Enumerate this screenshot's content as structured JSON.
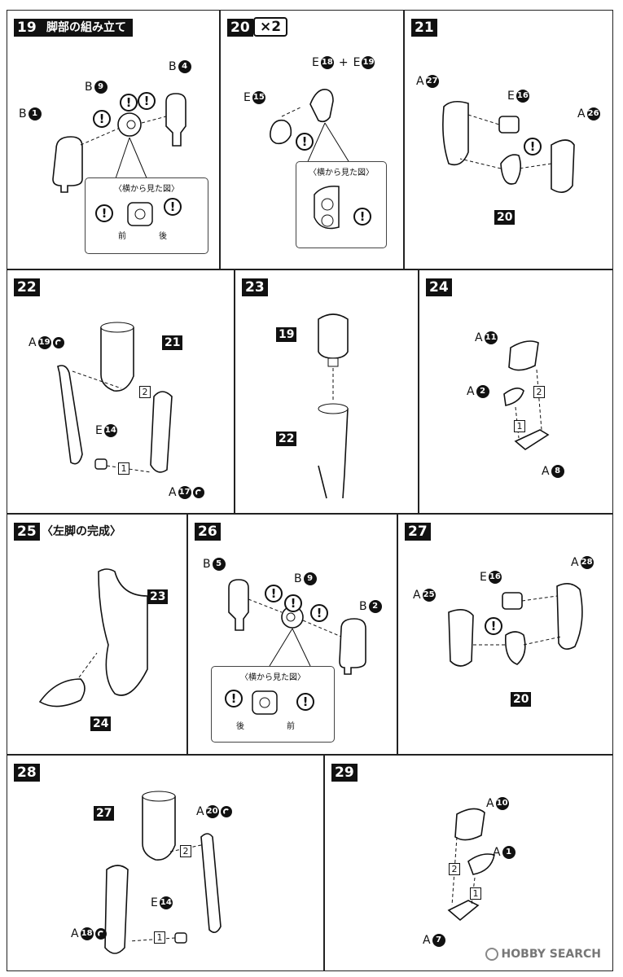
{
  "steps": [
    {
      "num": "19",
      "title": "脚部の組み立て"
    },
    {
      "num": "20",
      "mult": "×2"
    },
    {
      "num": "21"
    },
    {
      "num": "22"
    },
    {
      "num": "23"
    },
    {
      "num": "24"
    },
    {
      "num": "25",
      "title": "〈左脚の完成〉"
    },
    {
      "num": "26"
    },
    {
      "num": "27"
    },
    {
      "num": "28"
    },
    {
      "num": "29"
    }
  ],
  "labels": {
    "p19_b1": "B",
    "p19_b1n": "1",
    "p19_b9": "B",
    "p19_b9n": "9",
    "p19_b4": "B",
    "p19_b4n": "4",
    "p20_e15": "E",
    "p20_e15n": "15",
    "p20_e18": "E",
    "p20_e18n": "18",
    "p20_plus": "+",
    "p20_e19": "E",
    "p20_e19n": "19",
    "p21_a27": "A",
    "p21_a27n": "27",
    "p21_e16": "E",
    "p21_e16n": "16",
    "p21_a26": "A",
    "p21_a26n": "26",
    "p21_ref": "20",
    "p22_a19": "A",
    "p22_a19n": "19",
    "p22_ref": "21",
    "p22_e14": "E",
    "p22_e14n": "14",
    "p22_a17": "A",
    "p22_a17n": "17",
    "p22_s1": "1",
    "p22_s2": "2",
    "p23_ref19": "19",
    "p23_ref22": "22",
    "p24_a11": "A",
    "p24_a11n": "11",
    "p24_a2": "A",
    "p24_a2n": "2",
    "p24_a8": "A",
    "p24_a8n": "8",
    "p24_s1": "1",
    "p24_s2": "2",
    "p25_ref23": "23",
    "p25_ref24": "24",
    "p26_b5": "B",
    "p26_b5n": "5",
    "p26_b9": "B",
    "p26_b9n": "9",
    "p26_b2": "B",
    "p26_b2n": "2",
    "p27_a28": "A",
    "p27_a28n": "28",
    "p27_e16": "E",
    "p27_e16n": "16",
    "p27_a25": "A",
    "p27_a25n": "25",
    "p27_ref": "20",
    "p28_ref": "27",
    "p28_a20": "A",
    "p28_a20n": "20",
    "p28_e14": "E",
    "p28_e14n": "14",
    "p28_a18": "A",
    "p28_a18n": "18",
    "p28_s1": "1",
    "p28_s2": "2",
    "p29_a10": "A",
    "p29_a10n": "10",
    "p29_a1": "A",
    "p29_a1n": "1",
    "p29_a7": "A",
    "p29_a7n": "7",
    "p29_s1": "1",
    "p29_s2": "2"
  },
  "insets": {
    "side_view": "〈横から見た図〉",
    "front": "前",
    "back": "後"
  },
  "exclaim": "!",
  "watermark": "HOBBY SEARCH"
}
